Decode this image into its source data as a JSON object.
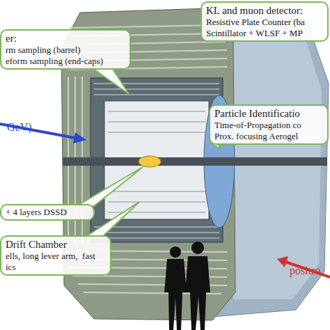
{
  "diagram": {
    "nodes": [
      {
        "text": [
          "KL and muon detector:",
          "Resistive Plate Counter (ba",
          "Scintillator + WLSF + MP"
        ]
      },
      {
        "text": [
          "er:",
          "rm sampling (barrel)",
          "eform sampling (end-caps)"
        ]
      },
      {
        "text": [
          "Particle Identificatio",
          "Time-of-Propagation co",
          "Prox. focusing Aerogel"
        ]
      },
      {
        "text": [
          "+ 4 layers DSSD"
        ]
      },
      {
        "text": [
          "Drift Chamber",
          "ells, long lever arm,  fast",
          "ics"
        ]
      }
    ],
    "labels": [
      "GeV)",
      "positro"
    ]
  }
}
